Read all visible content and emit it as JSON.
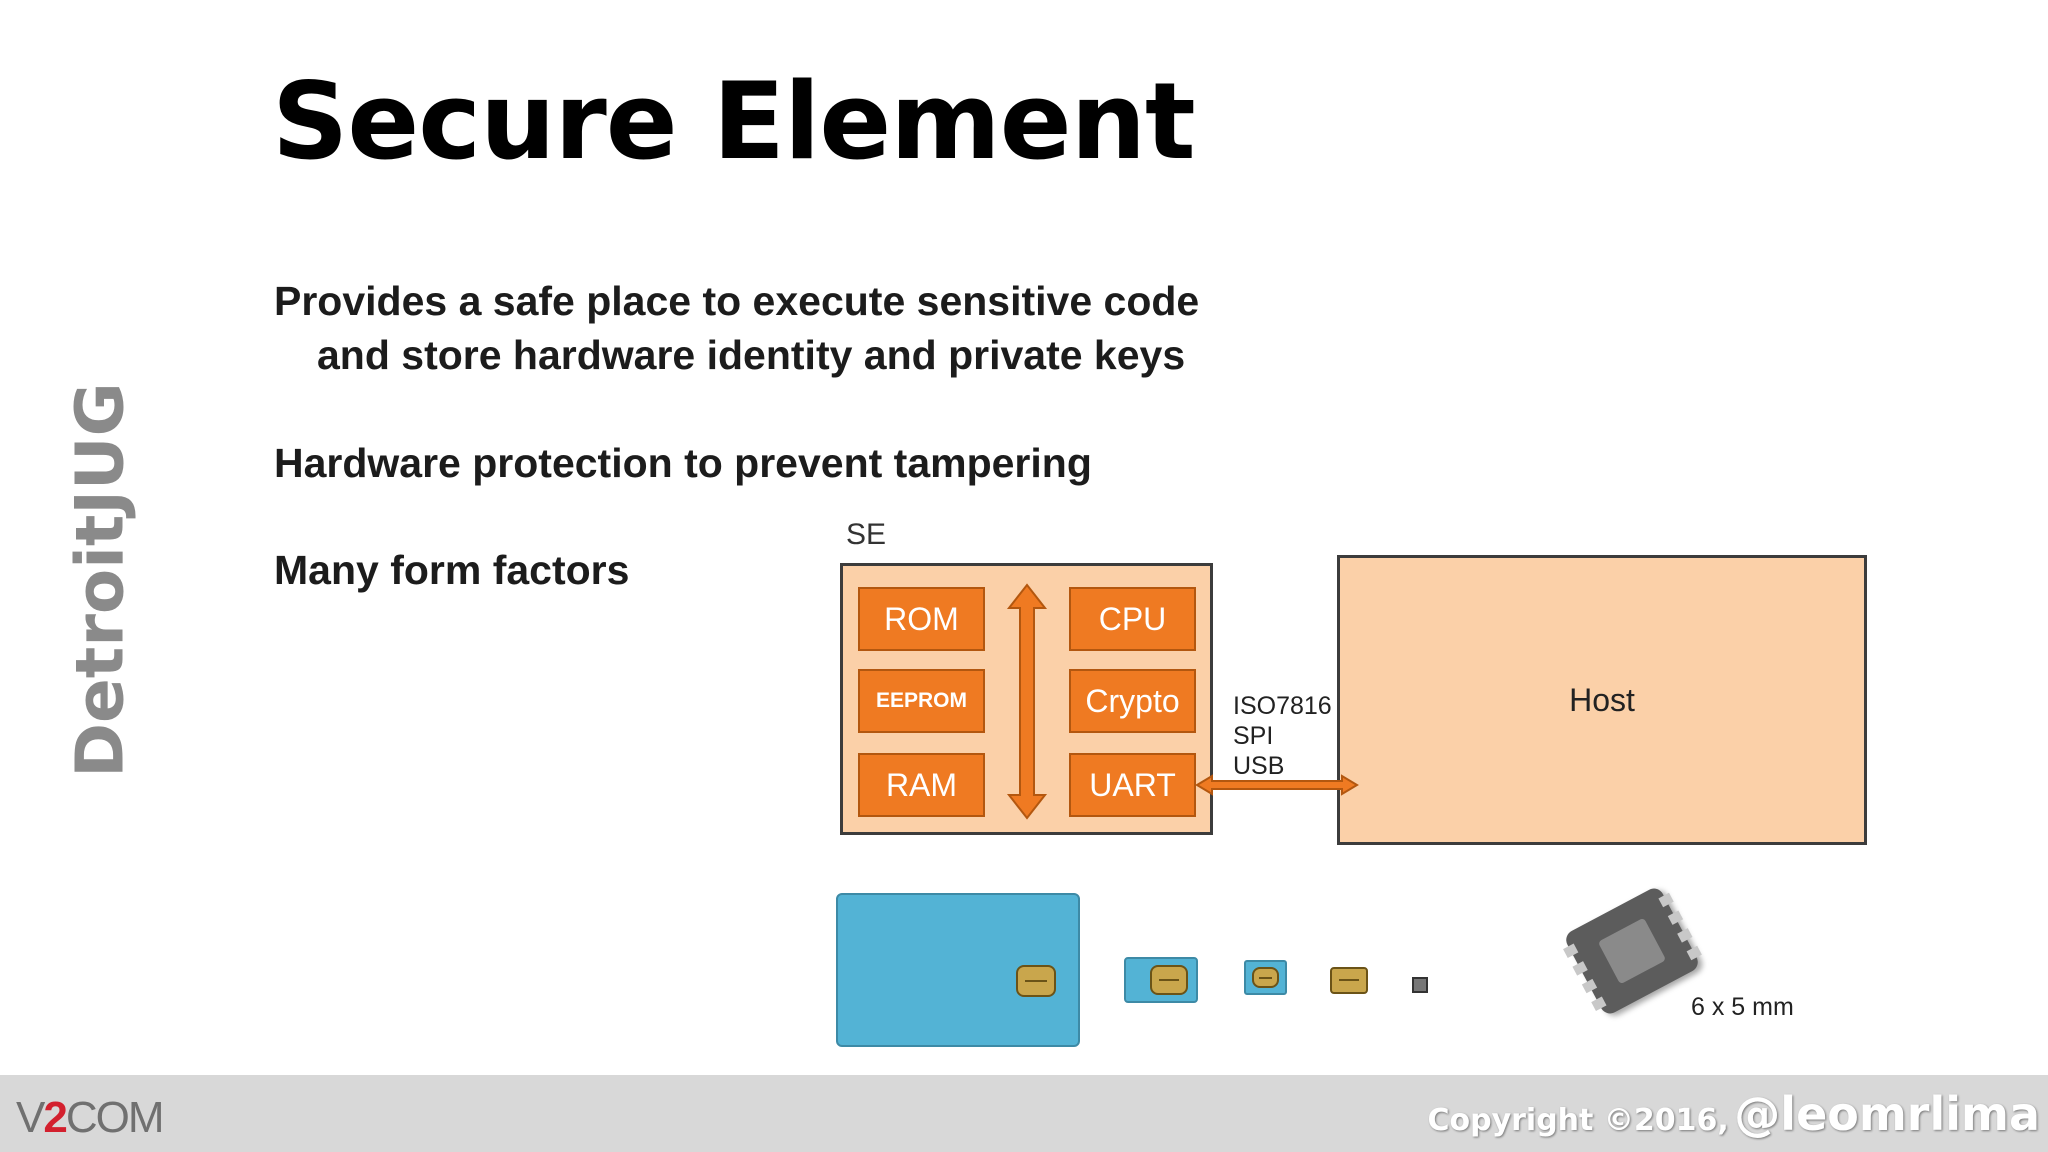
{
  "slide": {
    "title": "Secure Element",
    "side_label": "DetroitJUG",
    "bullets": [
      "Provides a safe place to execute sensitive code",
      "and store hardware identity and private keys",
      "Hardware protection to prevent tampering",
      "Many form factors"
    ]
  },
  "diagram": {
    "se_label": "SE",
    "blocks": [
      "ROM",
      "CPU",
      "EEPROM",
      "Crypto",
      "RAM",
      "UART"
    ],
    "host_label": "Host",
    "interfaces": [
      "ISO7816",
      "SPI",
      "USB"
    ],
    "colors": {
      "block": "#ef7a22",
      "box": "#fbd0a8",
      "card": "#53b3d5"
    }
  },
  "form_factors": {
    "size_label": "6 x 5 mm"
  },
  "footer": {
    "logo_prefix": "V",
    "logo_number": "2",
    "logo_suffix": "COM",
    "copyright": "Copyright ©2016,",
    "handle": "@leomrlima"
  }
}
